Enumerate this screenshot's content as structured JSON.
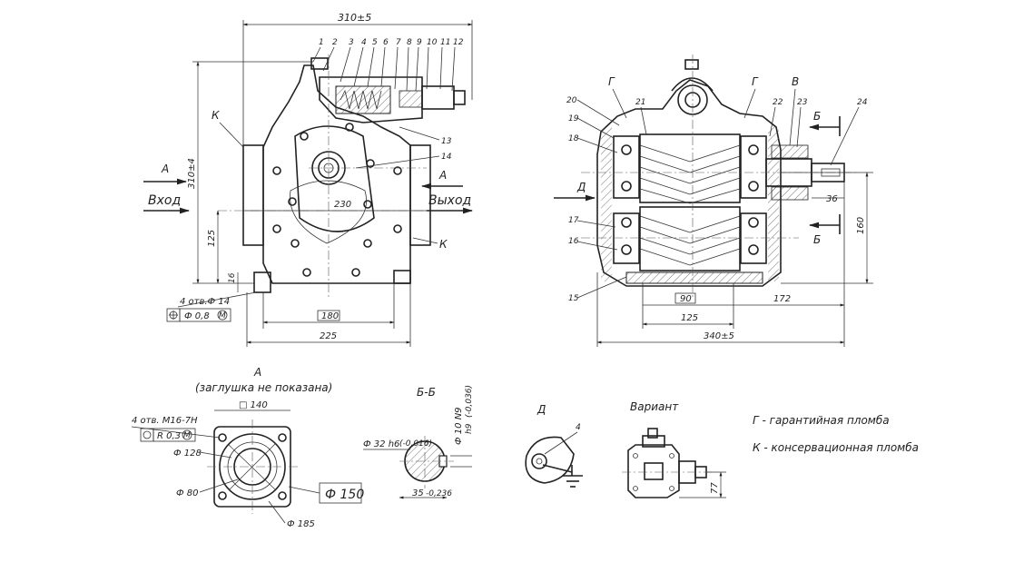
{
  "front_view": {
    "overall_width": "310±5",
    "overall_height": "310±4",
    "dim_125": "125",
    "dim_16": "16",
    "dim_230": "230",
    "dim_180": "180",
    "dim_225": "225",
    "holes": "4 отв.Ф 14",
    "tolerance": "Ф 0,8",
    "tolerance_mod": "M",
    "label_A_left": "А",
    "label_A_right": "А",
    "inlet": "Вход",
    "outlet": "Выход",
    "label_K_top": "К",
    "label_K_bottom": "К",
    "callouts": [
      "1",
      "2",
      "3",
      "4",
      "5",
      "6",
      "7",
      "8",
      "9",
      "10",
      "11",
      "12",
      "13",
      "14"
    ]
  },
  "section_view": {
    "label_G_left": "Г",
    "label_G_right": "Г",
    "label_V": "В",
    "label_B_top": "Б",
    "label_B_bottom": "Б",
    "label_D": "Д",
    "dim_36": "36",
    "dim_160": "160",
    "dim_90": "90",
    "dim_125": "125",
    "dim_172": "172",
    "dim_340": "340±5",
    "callouts": [
      "15",
      "16",
      "17",
      "18",
      "19",
      "20",
      "21",
      "22",
      "23",
      "24"
    ]
  },
  "view_A": {
    "title": "А",
    "subtitle": "(заглушка не показана)",
    "dim_140": "□ 140",
    "threads": "4 отв. М16-7Н",
    "tolerance": "R 0,3",
    "tolerance_mod": "M",
    "dim_128": "Ф 128",
    "dim_80": "Ф 80",
    "dim_185": "Ф 185",
    "dim_150": "Ф 150"
  },
  "section_BB": {
    "title": "Б-Б",
    "shaft_dia": "Ф 32 h6",
    "shaft_dia_tol": "(-0,016)",
    "key_width": "Ф 10 N9",
    "key_width_tol": "(-0,036)",
    "key_h9": "h9",
    "dim_35": "35",
    "dim_35_tol": "-0,236"
  },
  "view_D": {
    "title": "Д",
    "callout": "4"
  },
  "variant": {
    "title": "Вариант",
    "dim_77": "77"
  },
  "legend": {
    "g_seal": "Г - гарантийная пломба",
    "k_seal": "К - консервационная пломба"
  }
}
